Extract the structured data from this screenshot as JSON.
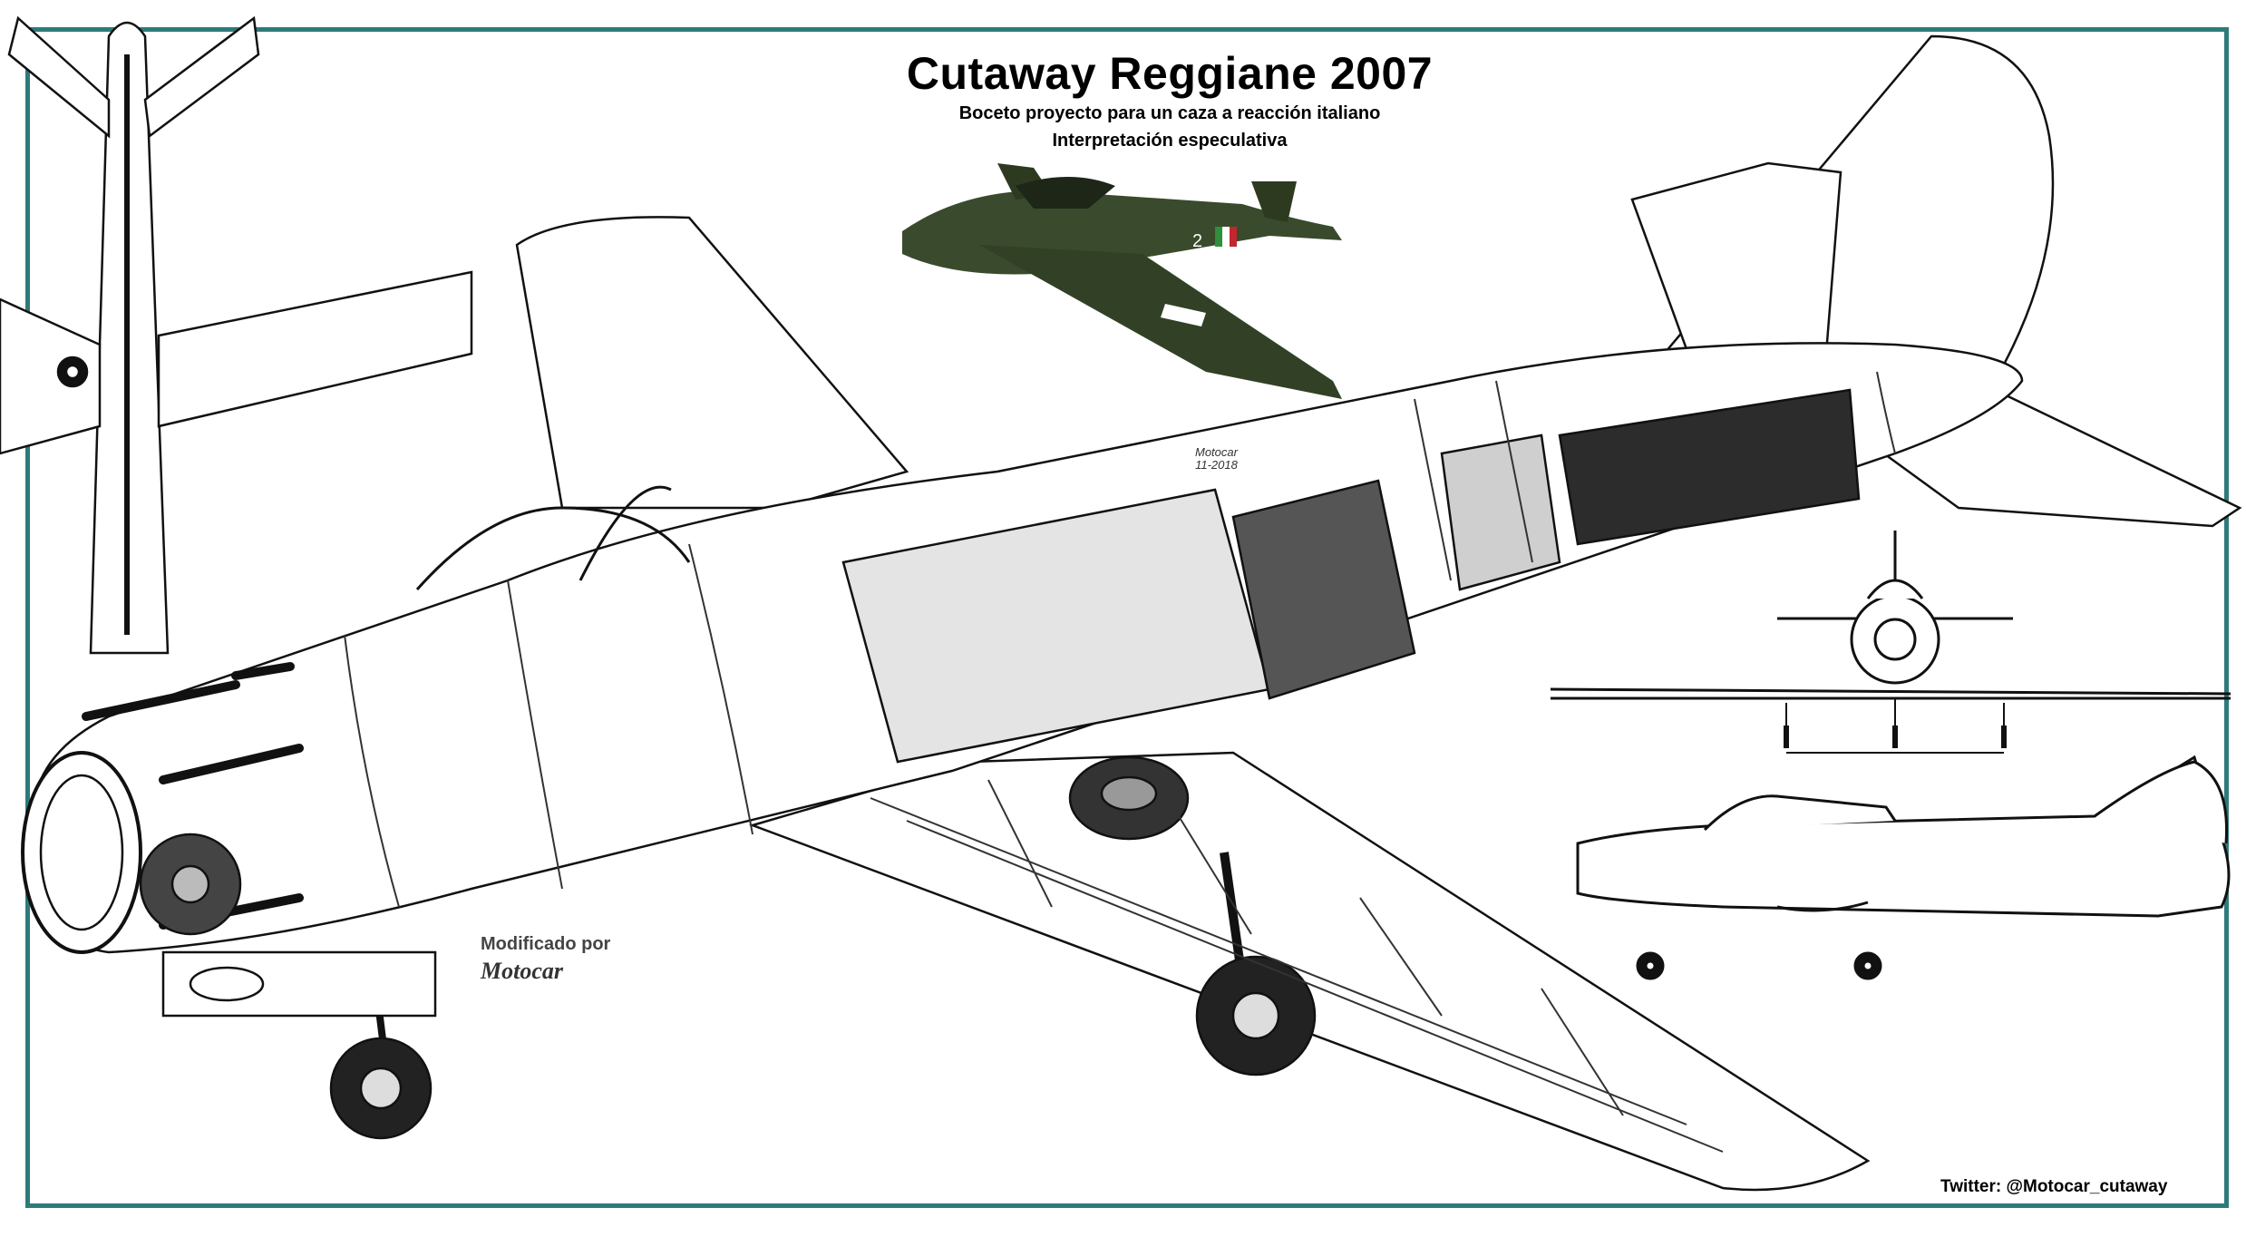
{
  "title": "Cutaway Reggiane 2007",
  "subtitle_line1": "Boceto proyecto para un caza a reacción italiano",
  "subtitle_line2": "Interpretación especulativa",
  "modified_label": "Modificado por",
  "modified_signature": "Motocar",
  "drawing_stamp": {
    "name": "Motocar",
    "date": "11-2018"
  },
  "aircraft_marking": "2",
  "credit": "Twitter: @Motocar_cutaway",
  "colors": {
    "frame": "#2e7a7a",
    "model_paint": "#3a4a2c",
    "ink": "#111111",
    "flag_green": "#2f8f3a",
    "flag_red": "#c2262e"
  }
}
